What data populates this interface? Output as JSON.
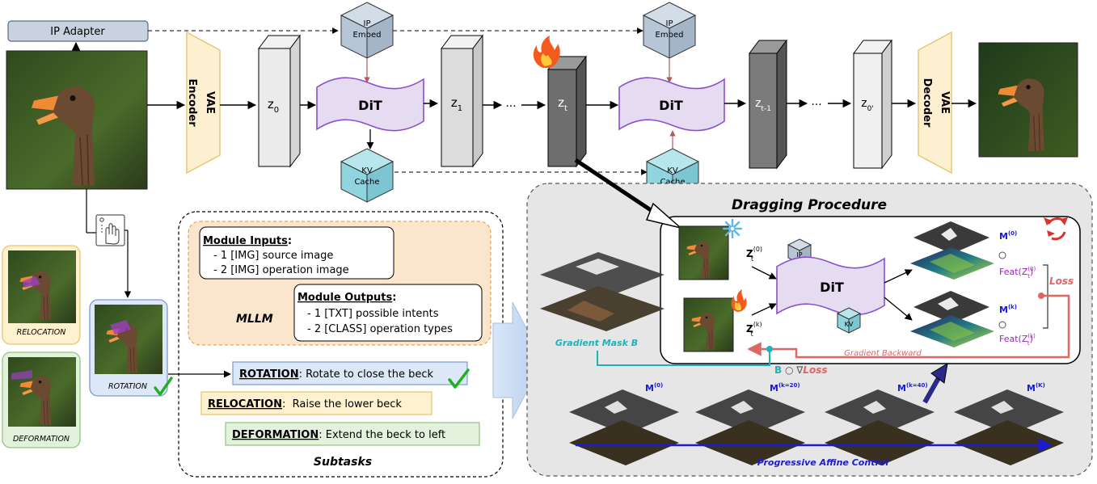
{
  "top": {
    "ip_adapter": "IP Adapter",
    "vae_encoder": [
      "VAE",
      "Encoder"
    ],
    "vae_decoder": [
      "VAE",
      "Decoder"
    ],
    "ip_embed": [
      "IP",
      "Embed"
    ],
    "kv_cache": [
      "KV",
      "Cache"
    ],
    "dit": "DiT",
    "latents": {
      "z0": {
        "base": "z",
        "sub": "0"
      },
      "z1": {
        "base": "z",
        "sub": "1"
      },
      "zt": {
        "base": "z",
        "sub": "t"
      },
      "zt1": {
        "base": "z",
        "sub": "t-1"
      },
      "z0p": {
        "base": "z",
        "sub": "0'"
      }
    },
    "dots": "···"
  },
  "left": {
    "relocation": "RELOCATION",
    "deformation": "DEFORMATION",
    "rotation": "ROTATION"
  },
  "subtasks": {
    "title": "Subtasks",
    "mllm": "MLLM",
    "inputs_title": "Module Inputs",
    "inputs": [
      "- 1 [IMG] source image",
      "- 2 [IMG] operation image"
    ],
    "outputs_title": "Module Outputs",
    "outputs": [
      "- 1 [TXT] possible intents",
      "- 2 [CLASS] operation types"
    ],
    "tasks": [
      {
        "name": "ROTATION",
        "text": ": Rotate to close the beck",
        "color": "#dce8f7",
        "border": "#7a9cc9"
      },
      {
        "name": "RELOCATION",
        "text": ":  Raise the lower beck",
        "color": "#fdf1cf",
        "border": "#e8c56a"
      },
      {
        "name": "DEFORMATION",
        "text": ": Extend the beck to left",
        "color": "#e3f2dc",
        "border": "#93c47d"
      }
    ]
  },
  "dragging": {
    "title": "Dragging Procedure",
    "zt0": {
      "base": "Z",
      "sub": "t",
      "sup": "(0)"
    },
    "ztk": {
      "base": "Z",
      "sub": "t",
      "sup": "(k)"
    },
    "ip": "IP",
    "kv": "KV",
    "dit": "DiT",
    "m0": {
      "base": "M",
      "sup": "(0)"
    },
    "mk": {
      "base": "M",
      "sup": "(k)"
    },
    "feat0": {
      "base": "Feat(Z",
      "sub": "t",
      "sup": "(0)",
      "close": ")"
    },
    "featk": {
      "base": "Feat(Z",
      "sub": "t",
      "sup": "(k)",
      "close": ")"
    },
    "loss": "Loss",
    "gradient_backward": "Gradient Backward",
    "gradient_mask": "Gradient Mask B",
    "b_loss_b": "B",
    "b_loss_mid": " ○ ∇",
    "b_loss_loss": "Loss",
    "progressive": "Progressive Affine Control",
    "stages": [
      {
        "base": "M",
        "sup": "(0)"
      },
      {
        "base": "M",
        "sup": "(k=20)"
      },
      {
        "base": "M",
        "sup": "(k=40)"
      },
      {
        "base": "M",
        "sup": "(K)"
      }
    ]
  },
  "colors": {
    "dit_fill": "#e6dcf2",
    "dit_stroke": "#8c4fc9",
    "cube_ip": "#b6c6d6",
    "cube_kv": "#8fd4df",
    "vae_fill": "#fcf0d0",
    "vae_stroke": "#e6c878",
    "teal": "#1bb3b8",
    "loss_red": "#e06666",
    "blue": "#1b1bd1"
  }
}
